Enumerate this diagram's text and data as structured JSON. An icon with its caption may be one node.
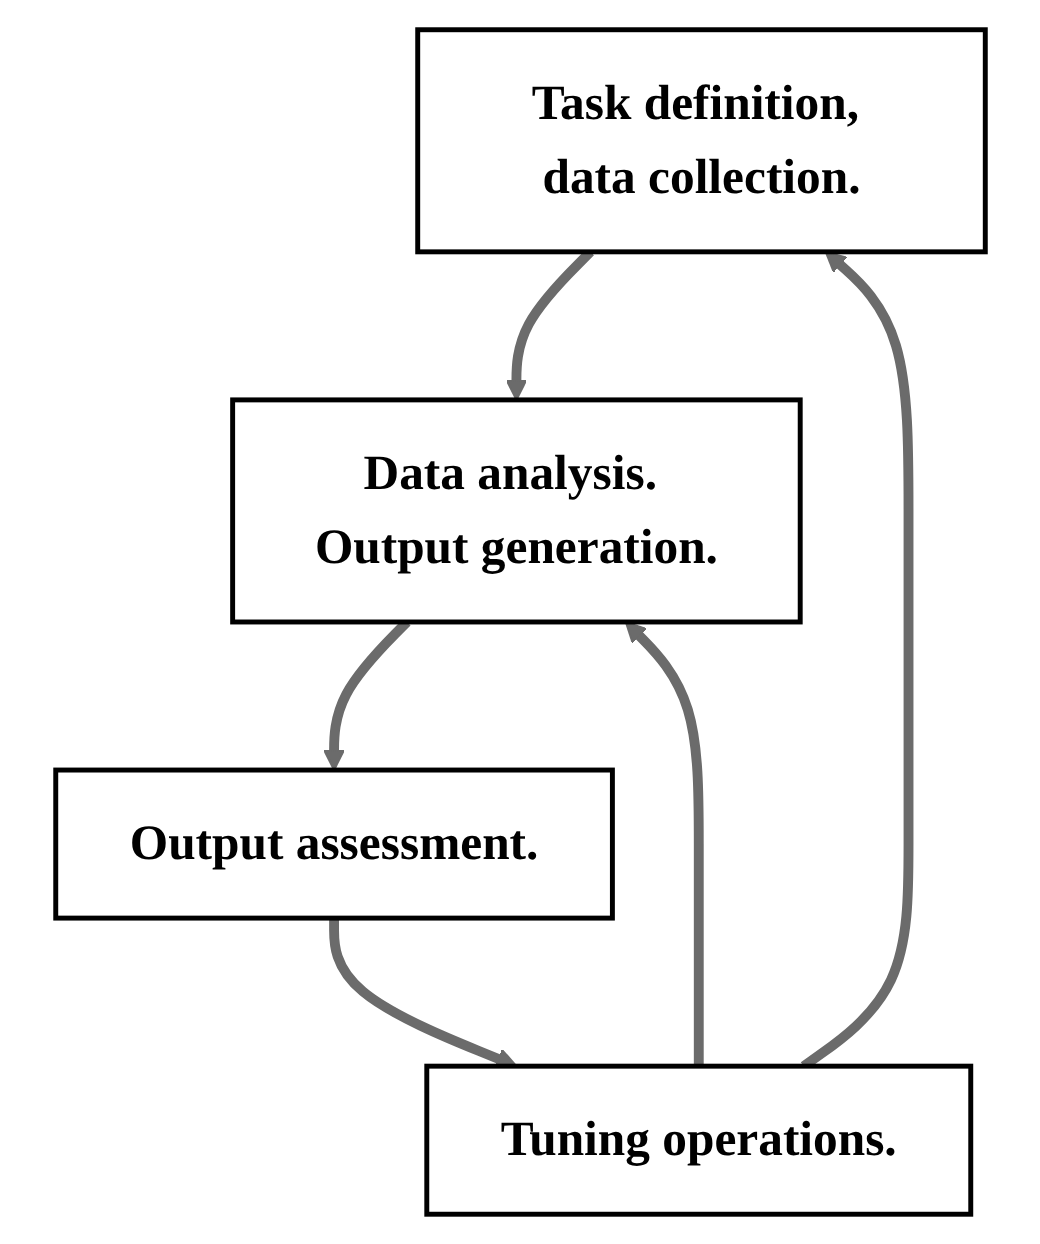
{
  "diagram": {
    "nodes": [
      {
        "text": [
          "Task definition, data collection."
        ]
      },
      {
        "text": [
          "Data analysis. Output generation."
        ]
      },
      {
        "text": [
          "Output assessment."
        ]
      },
      {
        "text": [
          "Tuning operations."
        ]
      }
    ],
    "edges": [
      {
        "from": 0,
        "to": 1,
        "arrow": "to"
      },
      {
        "from": 1,
        "to": 2,
        "arrow": "to"
      },
      {
        "from": 2,
        "to": 3,
        "arrow": "to"
      },
      {
        "from": 3,
        "to": 1,
        "arrow": "to"
      },
      {
        "from": 3,
        "to": 0,
        "arrow": "to"
      }
    ]
  }
}
